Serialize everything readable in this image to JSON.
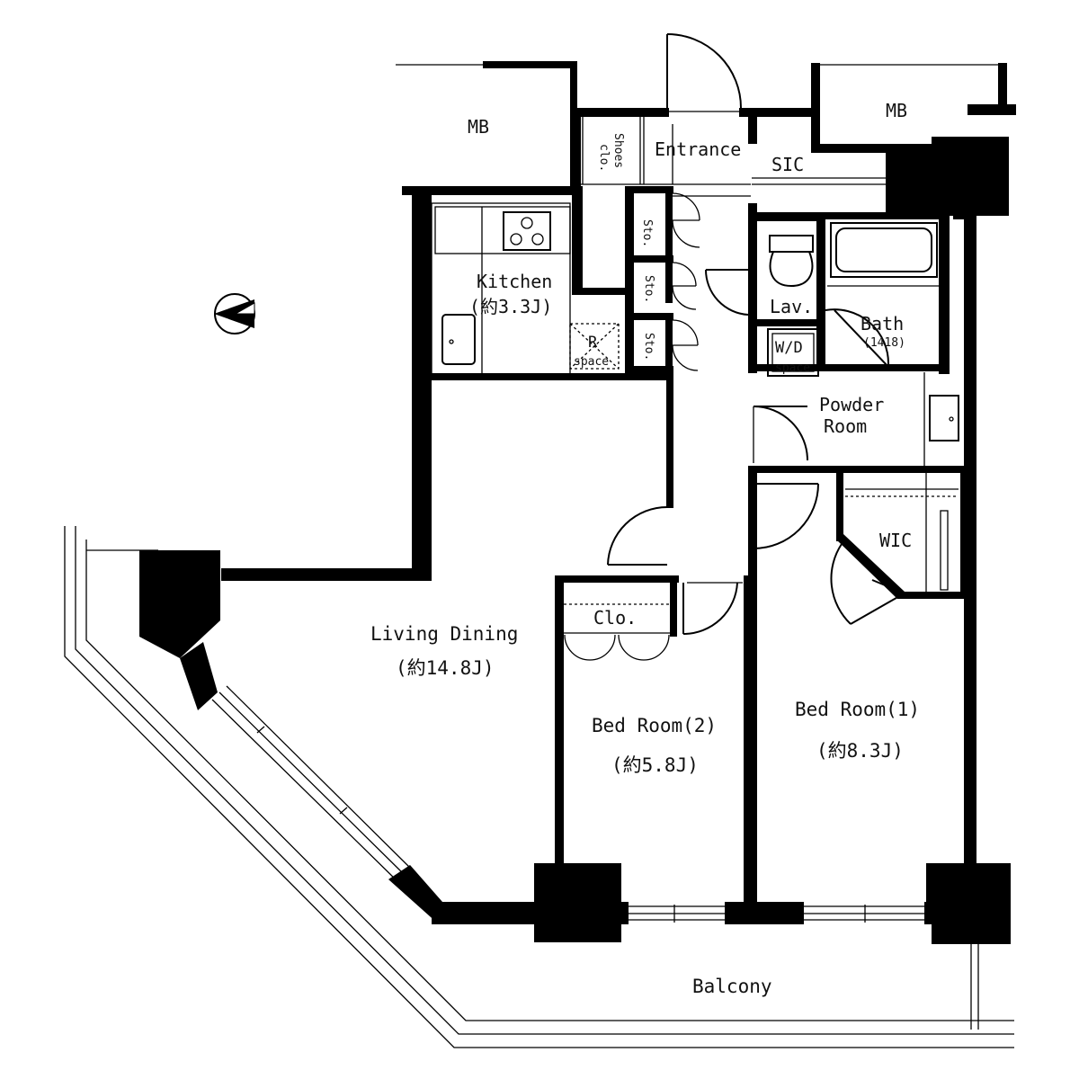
{
  "rooms": {
    "mb_left": "MB",
    "mb_right": "MB",
    "shoes_clo": [
      "Shoes",
      "clo."
    ],
    "entrance": "Entrance",
    "sic": "SIC",
    "kitchen": [
      "Kitchen",
      "(約3.3J)"
    ],
    "fridge": [
      "R",
      "space"
    ],
    "sto": [
      "Sto.",
      "Sto.",
      "Sto."
    ],
    "lav": "Lav.",
    "bath": [
      "Bath",
      "(1418)"
    ],
    "washer": [
      "W/D",
      "space"
    ],
    "powder_room": [
      "Powder",
      "Room"
    ],
    "wic": "WIC",
    "living_dining": [
      "Living Dining",
      "(約14.8J)"
    ],
    "closet": "Clo.",
    "bedroom2": [
      "Bed Room(2)",
      "(約5.8J)"
    ],
    "bedroom1": [
      "Bed Room(1)",
      "(約8.3J)"
    ],
    "balcony": "Balcony"
  },
  "icons": {
    "north_arrow": "north-arrow-icon",
    "stove": "stove-icon",
    "sink": "sink-icon",
    "toilet": "toilet-icon",
    "bathtub": "bathtub-icon",
    "washbasin": "washbasin-icon"
  },
  "colors": {
    "wall": "#000000",
    "background": "#ffffff"
  }
}
